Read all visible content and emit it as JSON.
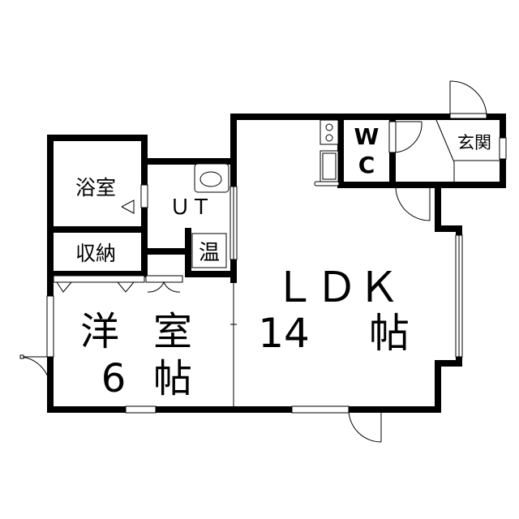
{
  "rooms": {
    "bath": "浴室",
    "utility": "ＵＴ",
    "storage": "収納",
    "water_heater": "温",
    "wc_top": "W",
    "wc_bottom": "C",
    "entrance": "玄関",
    "ldk_name": "ＬＤＫ",
    "ldk_size": "14",
    "ldk_unit": "帖",
    "western_name_1": "洋",
    "western_name_2": "室",
    "western_size": "6",
    "western_unit": "帖"
  },
  "colors": {
    "wall": "#000000",
    "background": "#ffffff"
  }
}
